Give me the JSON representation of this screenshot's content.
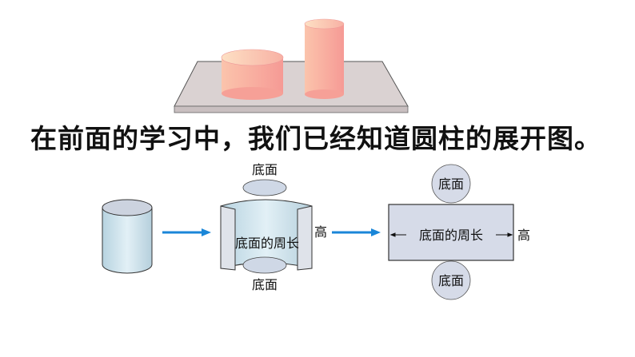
{
  "headline": "在前面的学习中，我们已经知道圆柱的展开图。",
  "diagram": {
    "open_cylinder": {
      "top_base_label": "底面",
      "bottom_base_label": "底面",
      "circumference_label": "底面的周长",
      "height_label": "高"
    },
    "net": {
      "top_circle_label": "底面",
      "bottom_circle_label": "底面",
      "rect_label": "底面的周长",
      "height_label": "高"
    }
  },
  "colors": {
    "cylinder_pink": "#f7a19a",
    "cylinder_pink_light": "#fbc9b0",
    "table_gray": "#d9d1d1",
    "cylinder_blue": "#cde3ec",
    "net_fill": "#d6dbe8",
    "arrow_blue": "#1a86d8"
  }
}
